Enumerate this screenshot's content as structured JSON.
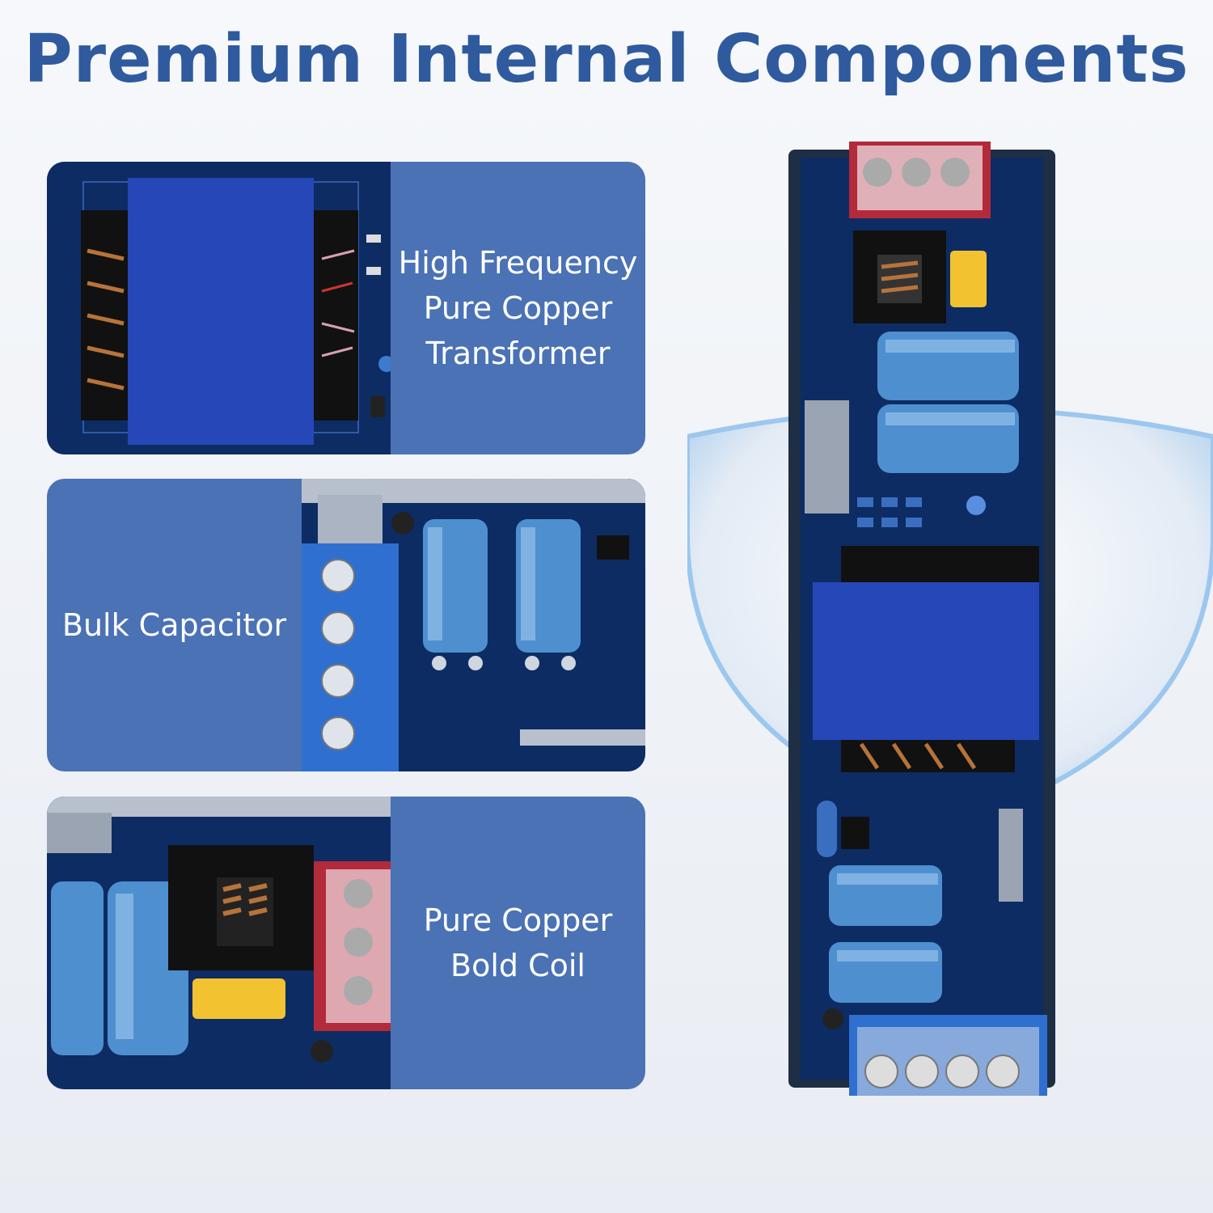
{
  "header": {
    "title": "Premium Internal Components"
  },
  "cards": [
    {
      "lines": [
        "High Frequency",
        "Pure Copper",
        "Transformer"
      ]
    },
    {
      "lines": [
        "Bulk Capacitor"
      ]
    },
    {
      "lines": [
        "Pure Copper",
        "Bold Coil"
      ]
    }
  ],
  "colors": {
    "title": "#2f5a9e",
    "card": "#4a72b5",
    "pcb": "#0d2c63",
    "capacitor": "#4e8fcf",
    "transformer": "#2647b8"
  }
}
